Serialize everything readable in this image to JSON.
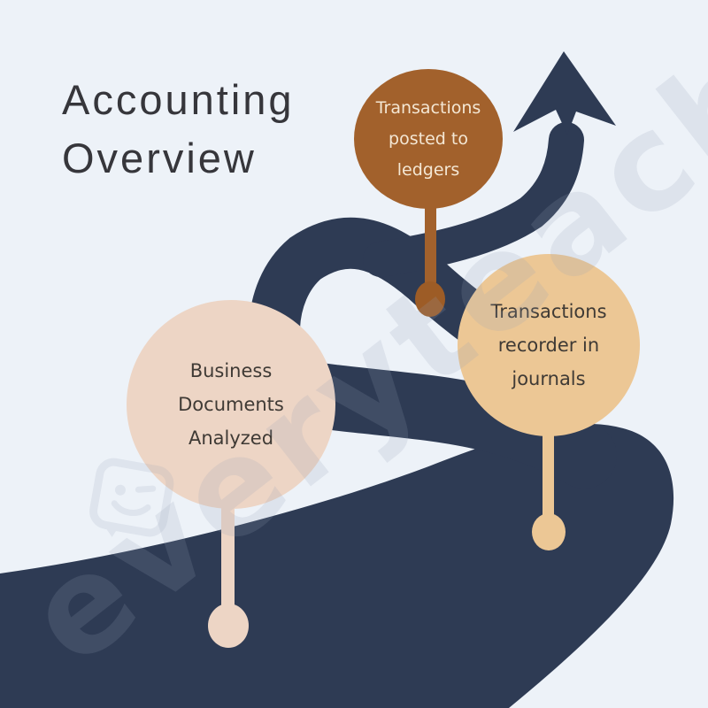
{
  "title": {
    "line1": "Accounting",
    "line2": "Overview"
  },
  "steps": [
    {
      "id": "business-documents-analyzed",
      "label": "Business\nDocuments\nAnalyzed",
      "circle_color": "#edd5c5",
      "text_color": "#3f3a35"
    },
    {
      "id": "transactions-recorded-in-journals",
      "label": "Transactions\nrecorder in\njournals",
      "circle_color": "#ecc795",
      "text_color": "#3f3a35"
    },
    {
      "id": "transactions-posted-to-ledgers",
      "label": "Transactions\nposted to\nledgers",
      "circle_color": "#a2612c",
      "text_color": "#f4e7d4"
    }
  ],
  "road": {
    "color": "#2e3b54",
    "arrow_icon": "up-arrow"
  },
  "background_color": "#edf2f8",
  "watermark": {
    "text": "everyteach",
    "logo_icon": "winking-face-speech-bubble"
  }
}
